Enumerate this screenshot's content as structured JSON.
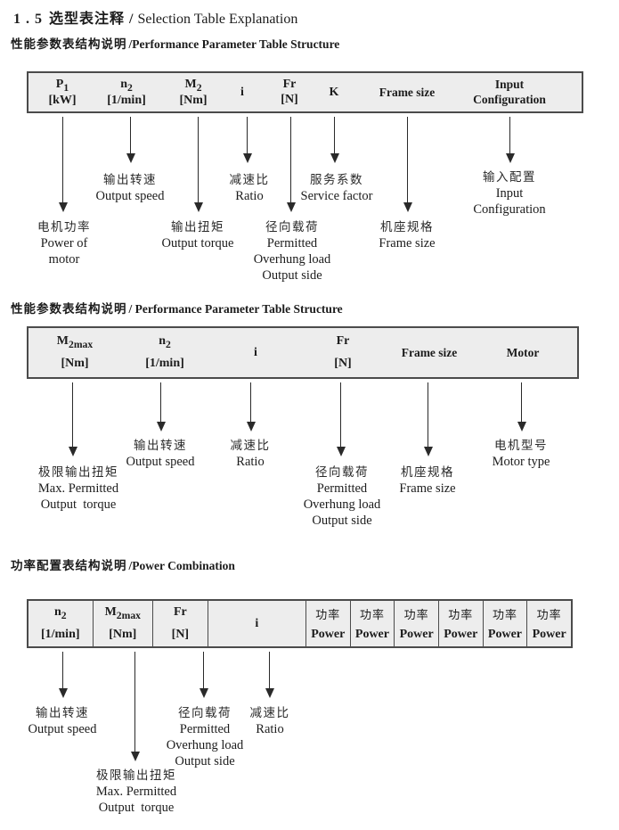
{
  "colors": {
    "table_bg": "#ededed",
    "border": "#4b4b4b",
    "ink": "#1c1c1c"
  },
  "title": {
    "num": "1 . 5",
    "zh": "选型表注释 /",
    "en": "Selection Table Explanation"
  },
  "sections": [
    {
      "heading_zh": "性能参数表结构说明",
      "heading_en": "/Performance Parameter Table Structure",
      "columns": [
        {
          "sym": "P",
          "sub": "1",
          "unit": "[kW]"
        },
        {
          "sym": "n",
          "sub": "2",
          "unit": "[1/min]"
        },
        {
          "sym": "M",
          "sub": "2",
          "unit": "[Nm]"
        },
        {
          "sym": "i"
        },
        {
          "sym": "Fr",
          "unit": "[N]"
        },
        {
          "sym": "K"
        },
        {
          "word": "Frame size"
        },
        {
          "top": "Input",
          "bottom": "Configuration"
        }
      ],
      "callouts": [
        {
          "zh": "电机功率",
          "en": [
            "Power of",
            "motor"
          ]
        },
        {
          "zh": "输出转速",
          "en": [
            "Output speed"
          ]
        },
        {
          "zh": "输出扭矩",
          "en": [
            "Output torque"
          ]
        },
        {
          "zh": "减速比",
          "en": [
            "Ratio"
          ]
        },
        {
          "zh": "径向载荷",
          "en": [
            "Permitted",
            "Overhung load",
            "Output side"
          ]
        },
        {
          "zh": "服务系数",
          "en": [
            "Service factor"
          ]
        },
        {
          "zh": "机座规格",
          "en": [
            "Frame size"
          ]
        },
        {
          "zh": "输入配置",
          "en": [
            "Input",
            "Configuration"
          ]
        }
      ]
    },
    {
      "heading_zh": "性能参数表结构说明",
      "heading_en": "/ Performance Parameter Table Structure",
      "columns": [
        {
          "sym": "M",
          "sub": "2max",
          "unit": "[Nm]"
        },
        {
          "sym": "n",
          "sub": "2",
          "unit": "[1/min]"
        },
        {
          "sym": "i"
        },
        {
          "sym": "Fr",
          "unit": "[N]"
        },
        {
          "word": "Frame size"
        },
        {
          "word": "Motor"
        }
      ],
      "callouts": [
        {
          "zh": "极限输出扭矩",
          "en": [
            "Max. Permitted",
            "Output  torque"
          ]
        },
        {
          "zh": "输出转速",
          "en": [
            "Output speed"
          ]
        },
        {
          "zh": "减速比",
          "en": [
            "Ratio"
          ]
        },
        {
          "zh": "径向载荷",
          "en": [
            "Permitted",
            "Overhung load",
            "Output side"
          ]
        },
        {
          "zh": "机座规格",
          "en": [
            "Frame size"
          ]
        },
        {
          "zh": "电机型号",
          "en": [
            "Motor type"
          ]
        }
      ]
    },
    {
      "heading_zh": "功率配置表结构说明",
      "heading_en": "/Power Combination",
      "columns": [
        {
          "sym": "n",
          "sub": "2",
          "unit": "[1/min]"
        },
        {
          "sym": "M",
          "sub": "2max",
          "unit": "[Nm]"
        },
        {
          "sym": "Fr",
          "unit": "[N]"
        },
        {
          "sym": "i"
        },
        {
          "zh": "功率",
          "en": "Power"
        },
        {
          "zh": "功率",
          "en": "Power"
        },
        {
          "zh": "功率",
          "en": "Power"
        },
        {
          "zh": "功率",
          "en": "Power"
        },
        {
          "zh": "功率",
          "en": "Power"
        },
        {
          "zh": "功率",
          "en": "Power"
        }
      ],
      "callouts": [
        {
          "zh": "输出转速",
          "en": [
            "Output speed"
          ]
        },
        {
          "zh": "极限输出扭矩",
          "en": [
            "Max. Permitted",
            "Output  torque"
          ]
        },
        {
          "zh": "径向载荷",
          "en": [
            "Permitted",
            "Overhung load",
            "Output side"
          ]
        },
        {
          "zh": "减速比",
          "en": [
            "Ratio"
          ]
        }
      ]
    }
  ]
}
